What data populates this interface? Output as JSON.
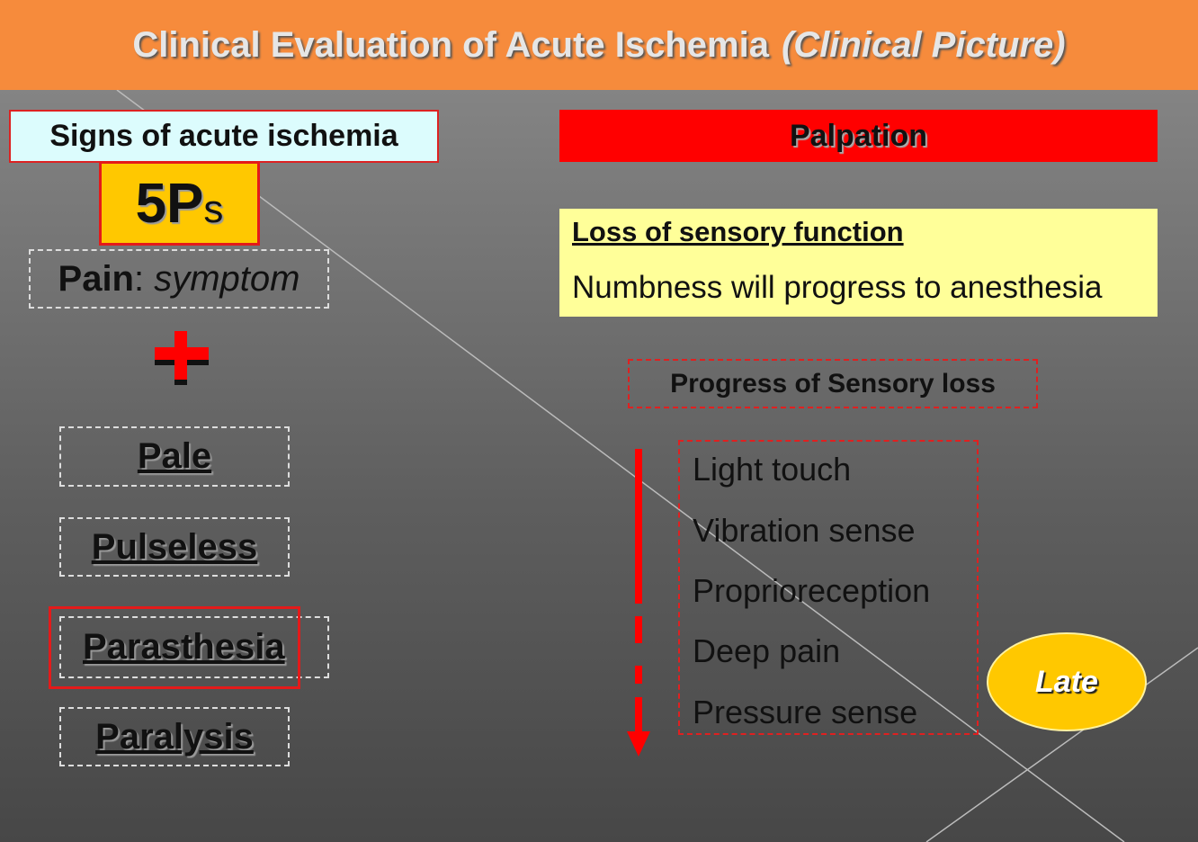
{
  "title": {
    "main": "Clinical Evaluation of Acute Ischemia",
    "sub": "(Clinical Picture)"
  },
  "left": {
    "heading": "Signs of acute ischemia",
    "badge": {
      "main": "5P",
      "suffix": "s"
    },
    "pain": {
      "label": "Pain",
      "sep": ": ",
      "desc": "symptom"
    },
    "plus_icon": "plus-icon",
    "signs": [
      "Pale",
      "Pulseless",
      "Parasthesia",
      "Paralysis"
    ],
    "highlighted": "Parasthesia"
  },
  "right": {
    "heading": "Palpation",
    "info": {
      "title": "Loss of sensory function",
      "text": "Numbness will progress to anesthesia"
    },
    "progress_title": "Progress of Sensory loss",
    "items": [
      "Light touch",
      "Vibration sense",
      "Proprioreception",
      "Deep pain",
      "Pressure sense"
    ],
    "late": "Late"
  },
  "colors": {
    "header": "#f68b3c",
    "red": "#ff0000",
    "yellow": "#ffc800",
    "lightyellow": "#ffff99",
    "cyan": "#dcfcfd"
  }
}
